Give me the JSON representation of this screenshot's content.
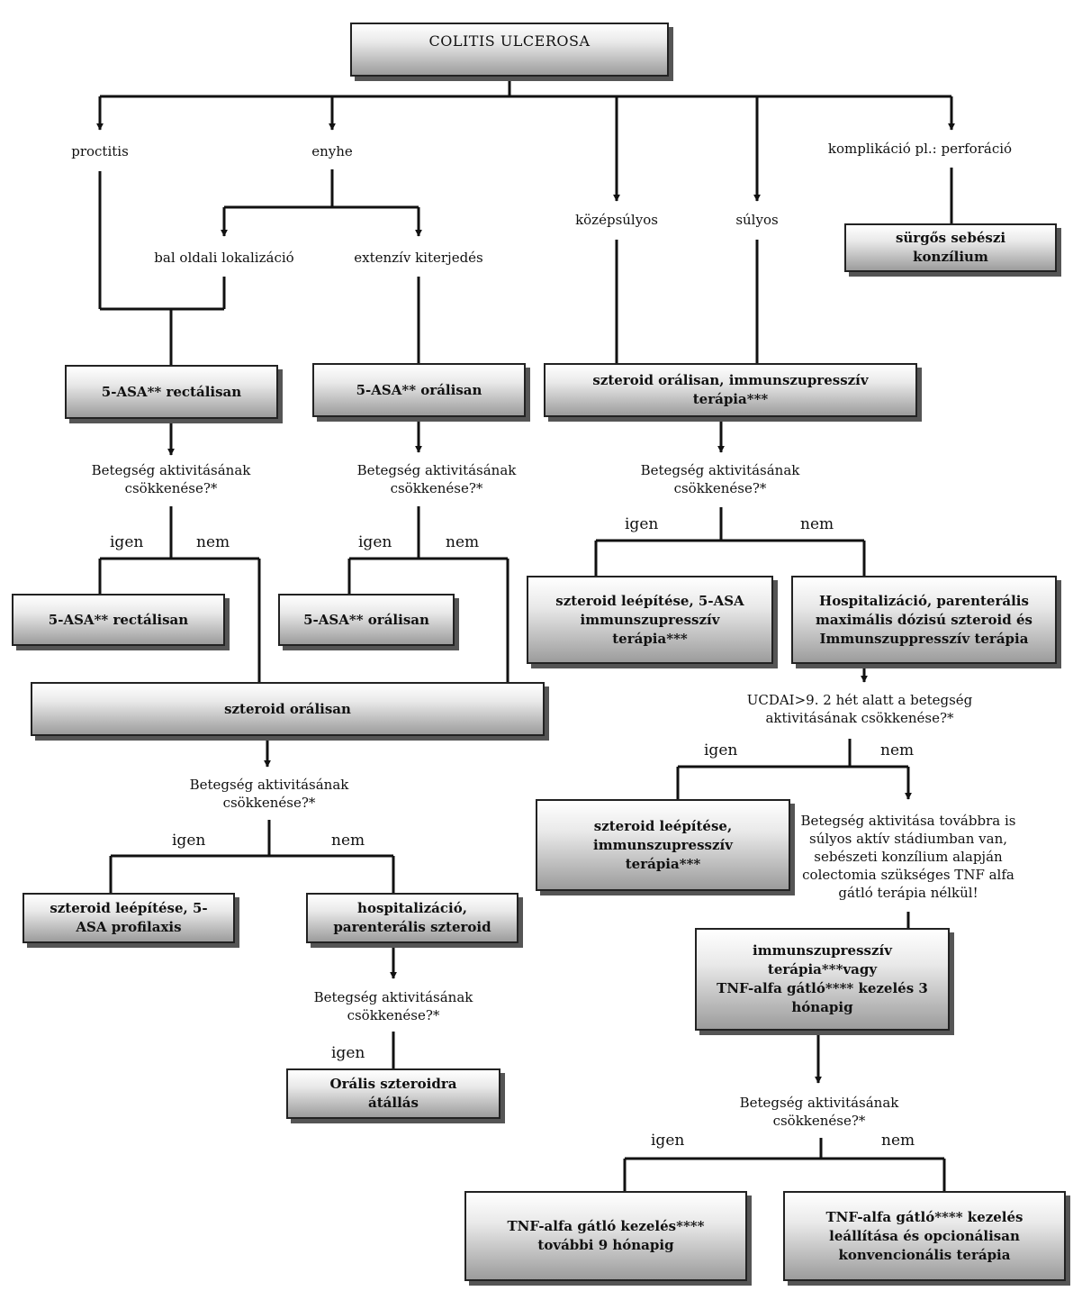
{
  "title": "COLITIS ULCEROSA",
  "categories": {
    "proctitis": "proctitis",
    "enyhe": "enyhe",
    "kozepsulyos": "középsúlyos",
    "sulyos": "súlyos",
    "komplikacio": "komplikáció pl.: perforáció"
  },
  "sub": {
    "bal": "bal oldali lokalizáció",
    "extenziv": "extenzív kiterjedés"
  },
  "boxes": {
    "surgos": "sürgős sebészi\nkonzílium",
    "asa_rect_1": "5-ASA** rectálisan",
    "asa_oral_1": "5-ASA** orálisan",
    "szteroid_immun": "szteroid orálisan, immunszupresszív\nterápia***",
    "asa_rect_2": "5-ASA** rectálisan",
    "asa_oral_2": "5-ASA** orálisan",
    "leepites_asa_immun": "szteroid leépítése, 5-ASA\nimmunszupresszív\nterápia***",
    "hospitalizacio_max": "Hospitalizáció, parenterális\nmaximális dózisú szteroid és\nImmunszuppresszív terápia",
    "szteroid_oral": "szteroid orálisan",
    "leepites_immun": "szteroid leépítése,\nimmunszupresszív\nterápia***",
    "leepites_profilaxis": "szteroid leépítése, 5-\nASA profilaxis",
    "hospitalizacio_parent": "hospitalizáció,\nparenterális szteroid",
    "immun_tnf": "immunszupresszív\nterápia***vagy\nTNF-alfa gátló**** kezelés 3\nhónapig",
    "oralis_atallas": "Orális szteroidra\nátállás",
    "tnf_9": "TNF-alfa gátló kezelés****\ntovábbi 9 hónapig",
    "tnf_leallitas": "TNF-alfa gátló**** kezelés\nleállítása és opcionálisan\nkonvencionális terápia"
  },
  "questions": {
    "q1": "Betegség aktivitásának\ncsökkenése?*",
    "q2": "Betegség aktivitásának\ncsökkenése?*",
    "q3": "Betegség aktivitásának\ncsökkenése?*",
    "q4": "UCDAI>9. 2 hét alatt a betegség\naktivitásának csökkenése?*",
    "q5": "Betegség aktivitásának\ncsökkenése?*",
    "q6": "Betegség aktivitásának\ncsökkenése?*",
    "q7": "Betegség aktivitásának\ncsökkenése?*"
  },
  "note": "Betegség aktivitása továbbra is\nsúlyos aktív stádiumban van,\nsebészeti konzílium alapján\ncolectomia szükséges TNF alfa\ngátló terápia nélkül!",
  "answers": {
    "yes": "igen",
    "no": "nem"
  }
}
